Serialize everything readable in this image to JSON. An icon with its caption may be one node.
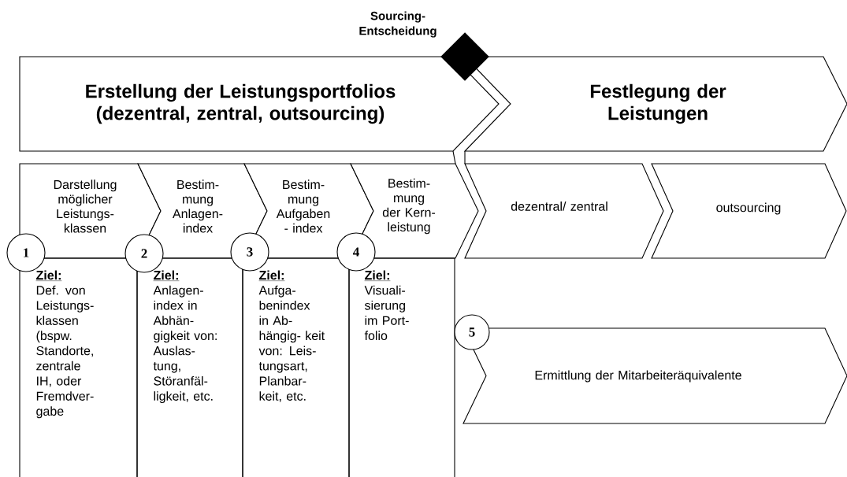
{
  "diagram": {
    "nodes": [
      {
        "text": [
          "Sourcing- Entscheidung"
        ]
      },
      {
        "text": [
          "Erstellung der Leistungsportfolios (dezentral, zentral, outsourcing)"
        ]
      },
      {
        "text": [
          "Festlegung der Leistungen"
        ]
      },
      {
        "text": [
          "Darstellung möglicher Leistungs- klassen"
        ]
      },
      {
        "text": [
          "Bestim- mung Anlagen- index"
        ]
      },
      {
        "text": [
          "Bestim- mung Aufgaben - index"
        ]
      },
      {
        "text": [
          "Bestim- mung der Kern- leistung"
        ]
      },
      {
        "text": [
          "1"
        ]
      },
      {
        "text": [
          "2"
        ]
      },
      {
        "text": [
          "3"
        ]
      },
      {
        "text": [
          "4"
        ]
      },
      {
        "text": [
          "Ziel:",
          "Def. von Leistungs- klassen (bspw. Standorte, zentrale IH, oder Fremdver- gabe"
        ]
      },
      {
        "text": [
          "Ziel:",
          "Anlagen- index in Abhän- gigkeit von: Auslas- tung, Störanfäl- ligkeit, etc."
        ]
      },
      {
        "text": [
          "Ziel:",
          "Aufga- benindex in Ab- hängig- keit von: Leis- tungsart, Planbar- keit, etc."
        ]
      },
      {
        "text": [
          "Ziel:",
          "Visuali- sierung im Port- folio"
        ]
      },
      {
        "text": [
          "dezentral/ zentral"
        ]
      },
      {
        "text": [
          "outsourcing"
        ]
      },
      {
        "text": [
          "5"
        ]
      },
      {
        "text": [
          "Ermittlung der Mitarbeiteräquivalente"
        ]
      }
    ]
  }
}
